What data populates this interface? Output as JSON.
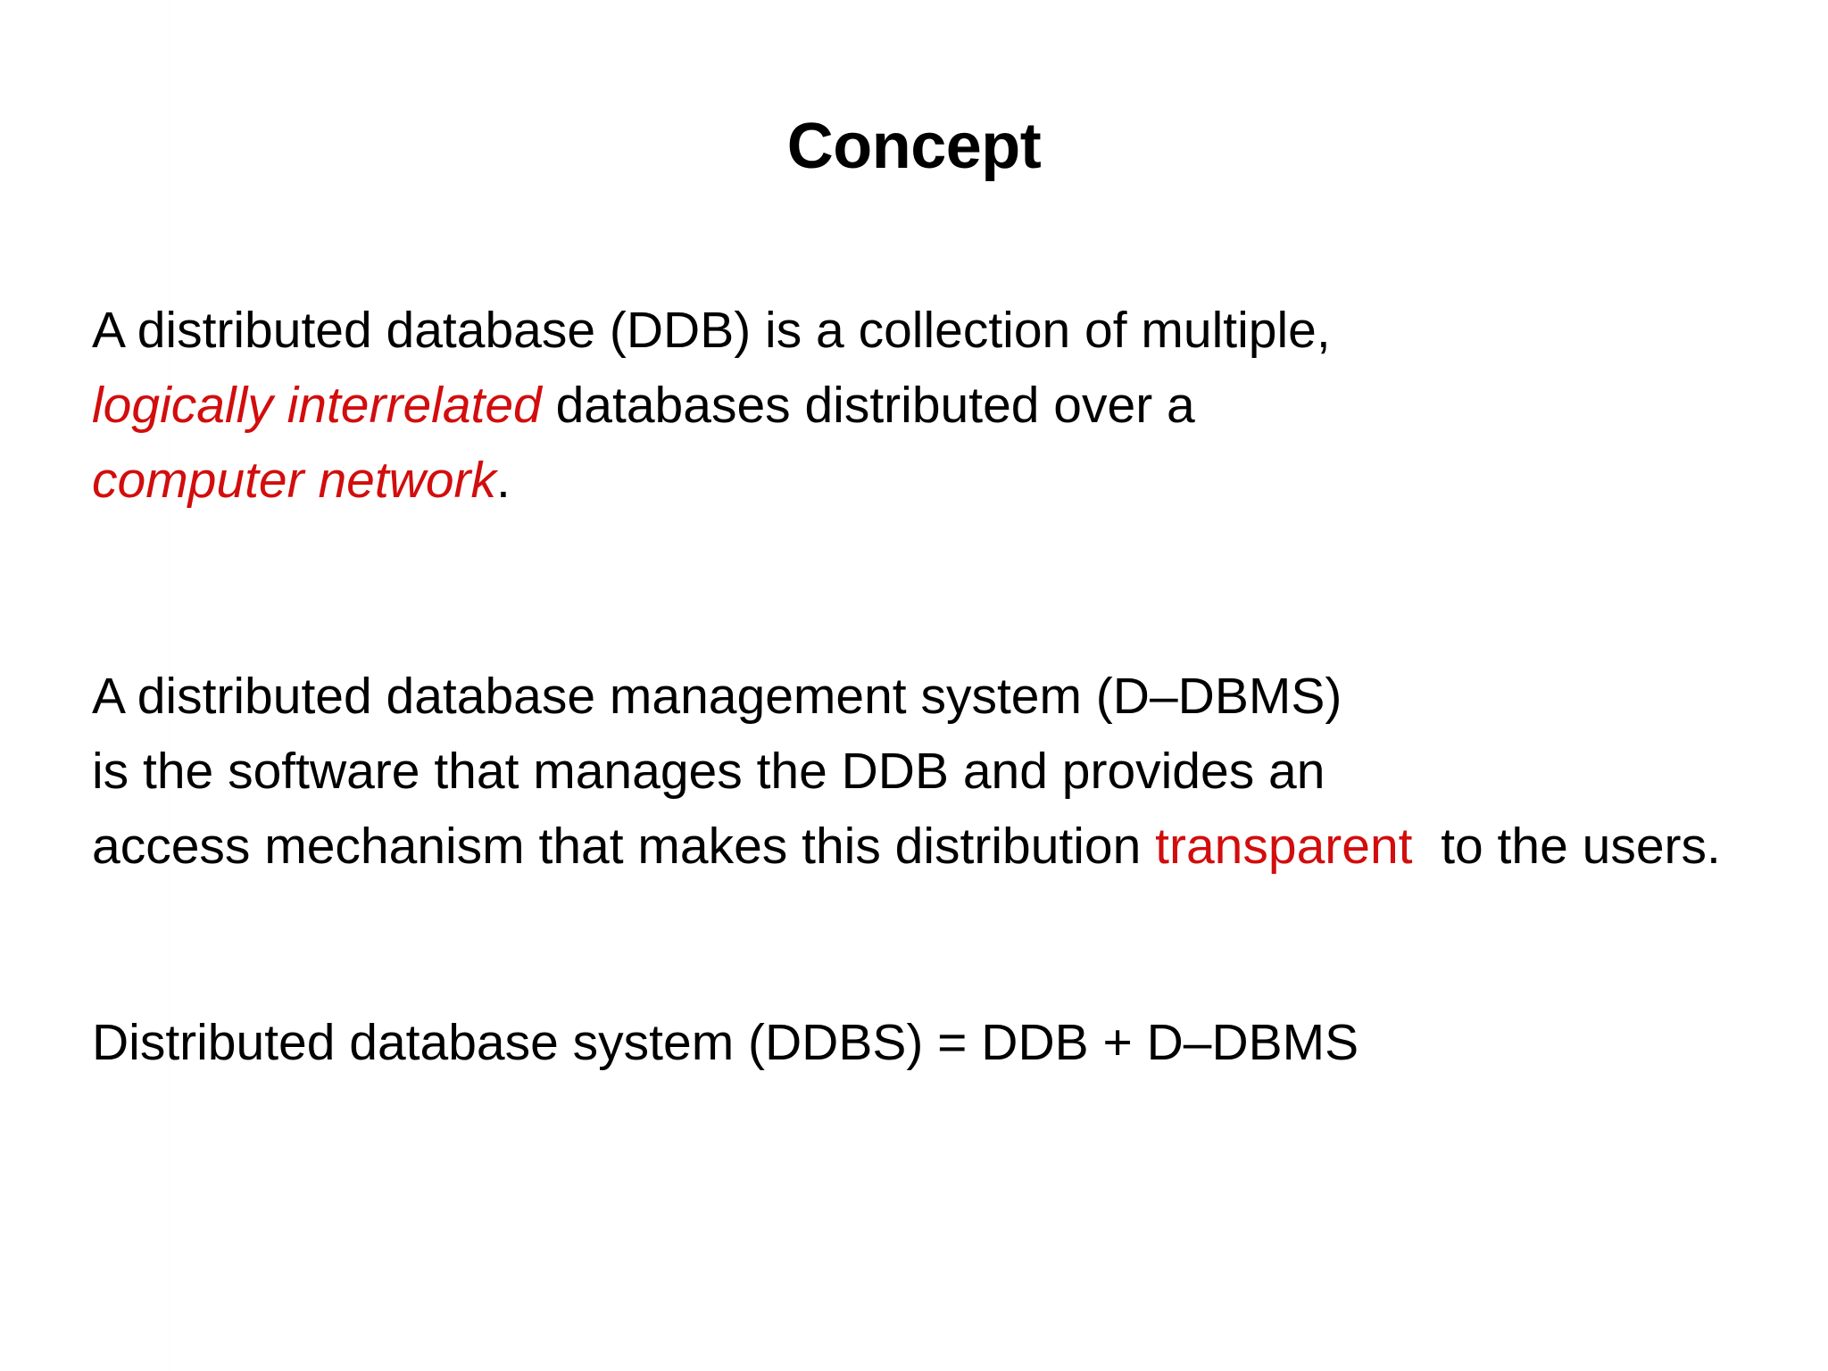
{
  "slide": {
    "title": "Concept",
    "background_color": "#FFFFFF",
    "text_color": "#000000",
    "accent_color": "#D20D0D"
  },
  "paragraphs": {
    "p1": {
      "seg1": "A distributed database (DDB) is a collection of multiple,\n",
      "seg2_highlight_italic": "logically interrelated",
      "seg3": " databases distributed over a\n",
      "seg4_highlight_italic": "computer network",
      "seg5": "."
    },
    "p2": {
      "seg1": "A distributed database management system (D–DBMS)\nis the software that manages the DDB and provides an\naccess mechanism that makes this distribution ",
      "seg2_highlight": "transpare",
      "seg3_highlight": "nt",
      "seg4": "  to the users."
    },
    "p3": {
      "seg1": "Distributed database system (DDBS) = DDB + D–DBMS"
    }
  }
}
